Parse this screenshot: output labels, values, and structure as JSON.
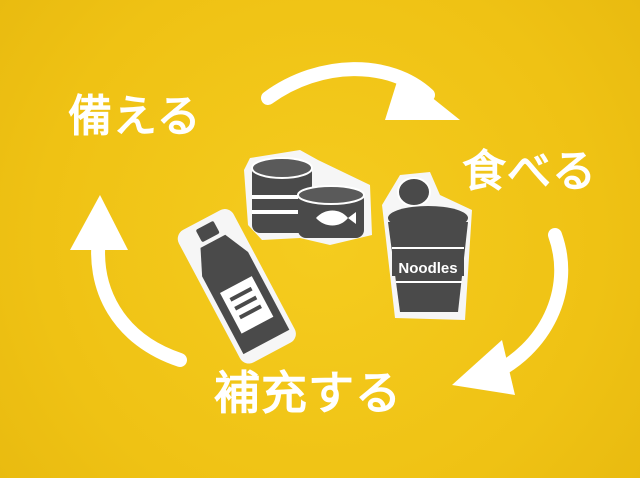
{
  "labels": {
    "prepare": "備える",
    "eat": "食べる",
    "replenish": "補充する"
  },
  "cup_label": "Noodles",
  "colors": {
    "background": "#f2c617",
    "arrow": "#ffffff",
    "illustration": "#4a4a4a"
  }
}
